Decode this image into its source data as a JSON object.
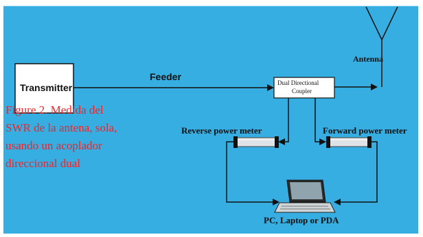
{
  "diagram": {
    "transmitter": "Transmitter",
    "feeder": "Feeder",
    "coupler_line1": "Dual Directional",
    "coupler_line2": "Coupler",
    "antenna": "Antenna",
    "reverse_meter": "Reverse power meter",
    "forward_meter": "Forward power meter",
    "computer": "PC, Laptop or PDA"
  },
  "caption": {
    "lines": [
      "Figure 2. Medida del",
      "SWR de la antena, sola,",
      "usando un acoplador",
      "direccional dual"
    ]
  },
  "colors": {
    "background": "#37aee1",
    "caption": "#e8262c",
    "lines": "#111111"
  }
}
